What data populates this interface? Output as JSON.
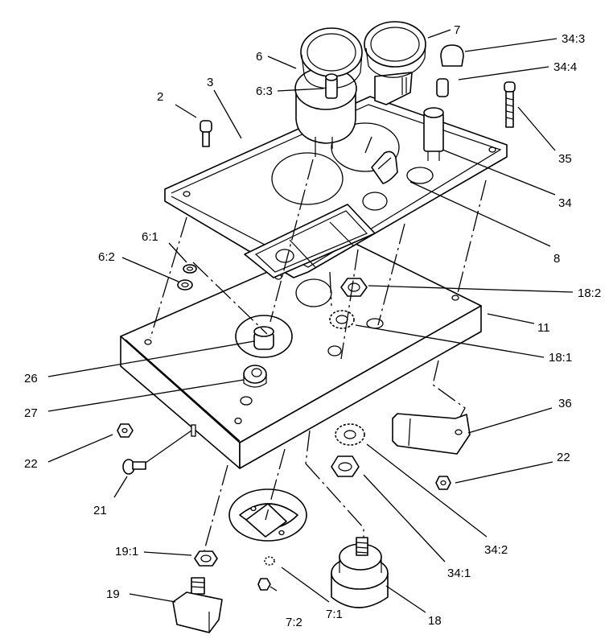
{
  "callouts": {
    "c2": "2",
    "c3": "3",
    "c6": "6",
    "c6_3": "6:3",
    "c7": "7",
    "c34_3": "34:3",
    "c34_4": "34:4",
    "c35": "35",
    "c34": "34",
    "c8": "8",
    "c6_1": "6:1",
    "c6_2": "6:2",
    "c18_2": "18:2",
    "c11": "11",
    "c18_1": "18:1",
    "c26": "26",
    "c27": "27",
    "c36": "36",
    "c22a": "22",
    "c22b": "22",
    "c21": "21",
    "c19_1": "19:1",
    "c19": "19",
    "c7_2": "7:2",
    "c7_1": "7:1",
    "c18": "18",
    "c34_1": "34:1",
    "c34_2": "34:2"
  }
}
